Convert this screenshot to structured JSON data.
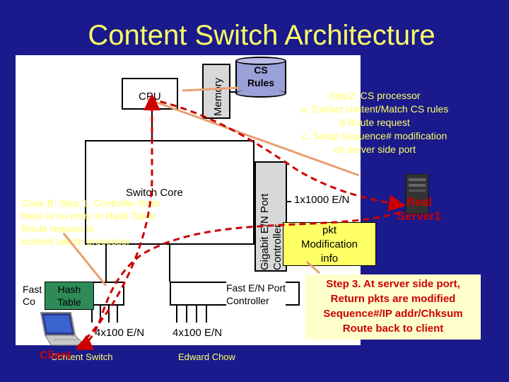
{
  "slide": {
    "title": "Content Switch Architecture"
  },
  "hardware": {
    "cpu": "CPU",
    "memory": "Memory",
    "switch_core": "Switch Core",
    "gigabit_controller": "Gigabit  E/N Port Controller",
    "gigabit_ports": "1x1000 E/N",
    "fast_controller_left_1": "Fast",
    "fast_controller_left_2": "Co",
    "fast_controller_right_1": "Fast E/N Port",
    "fast_controller_right_2": "Controller",
    "ports_left": "4x100 E/N",
    "ports_right": "4x100 E/N"
  },
  "cs_rules": {
    "line1": "CS",
    "line2": "Rules"
  },
  "step2": {
    "line1": "Step2. CS processor",
    "line2": "a. Extract content/Match CS rules",
    "line3": "b.Route request",
    "line4": "c. Setup Sequence# modification",
    "line5": "on server side port"
  },
  "caseb": {
    "line1": "Case B: Step 1. Controller finds",
    "line2": "there is no entry in Hash Table,",
    "line3": "Route request to",
    "line4": "content switch processor"
  },
  "pkt": {
    "line1": "pkt",
    "line2": "Modification",
    "line3": "info"
  },
  "step3": {
    "line1": "Step 3. At server side port,",
    "line2": "Return pkts are modified",
    "line3": "Sequence#/IP addr/Chksum",
    "line4": "Route back to client"
  },
  "hash": {
    "line1": "Hash",
    "line2": "Table"
  },
  "real_server": {
    "line1": "Real",
    "line2": "Server1"
  },
  "client_label": "Client",
  "footer": {
    "left": "Content Switch",
    "right": "Edward Chow"
  },
  "colors": {
    "background": "#1a1a8c",
    "title": "#ffff66",
    "arrow_red": "#cc0000",
    "arrow_tan": "#e8a070",
    "hash_green": "#2e8b57"
  }
}
